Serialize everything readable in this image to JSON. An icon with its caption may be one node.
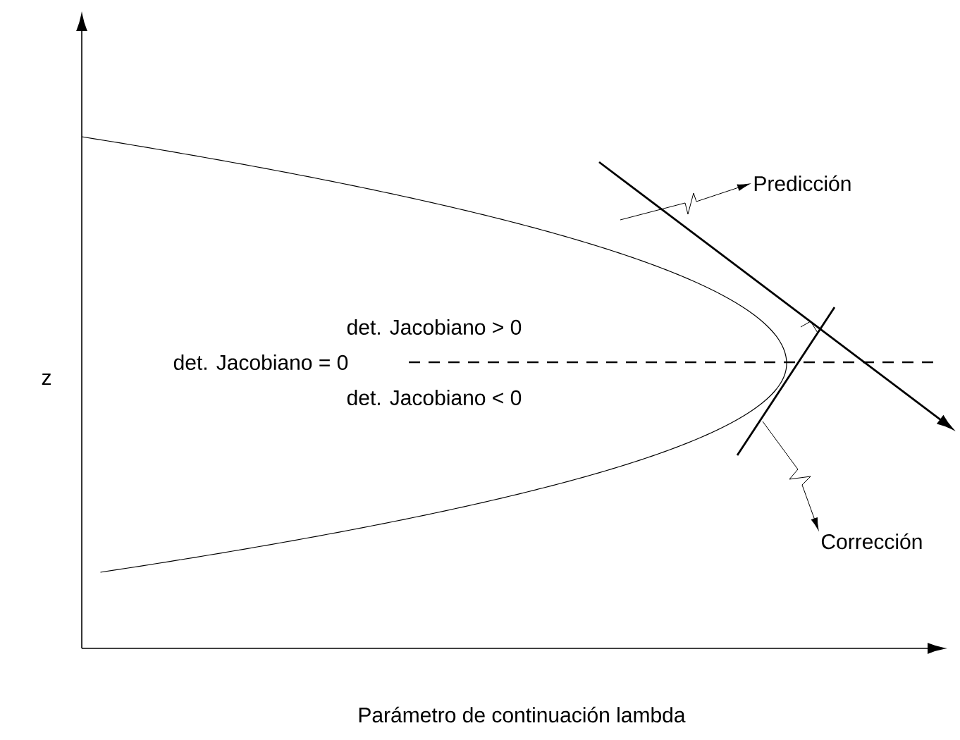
{
  "diagram": {
    "nodes": [
      {
        "text": [
          "Predicción"
        ]
      },
      {
        "text": [
          "Corrección"
        ]
      }
    ],
    "edges": [
      {
        "from": null,
        "to": 0,
        "arrow": "to"
      },
      {
        "from": null,
        "to": 1,
        "arrow": "to"
      }
    ],
    "labels": [
      "det. Jacobiano > 0",
      "det. Jacobiano = 0",
      "det. Jacobiano < 0",
      "z",
      "Parámetro de continuación lambda"
    ]
  }
}
